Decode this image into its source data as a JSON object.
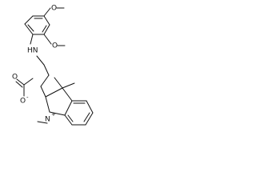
{
  "molecule": {
    "type": "chemical structure diagram",
    "labels": {
      "methoxy_top": "O",
      "methoxy_right": "O",
      "amine": "HN",
      "carbonyl_oxygen": "O",
      "acetate_oxygen": "O",
      "acetate_charge": "-",
      "nitrogen": "N",
      "nitrogen_charge": "+"
    }
  }
}
